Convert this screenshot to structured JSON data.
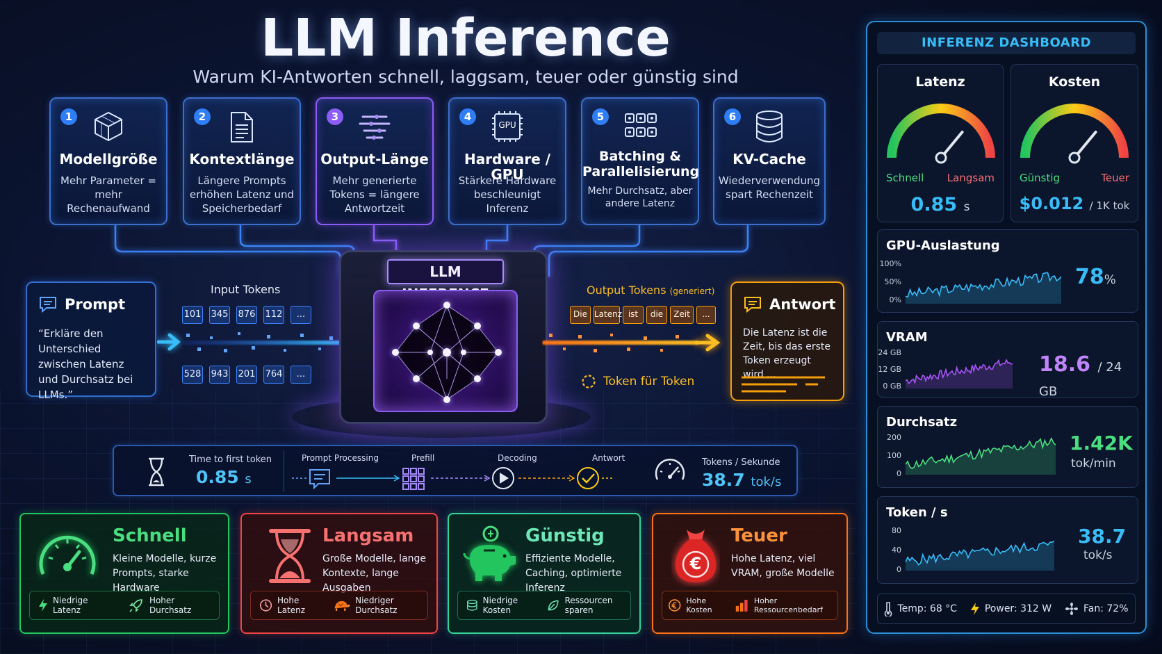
{
  "header": {
    "title": "LLM Inference",
    "subtitle": "Warum KI-Antworten schnell, laggsam, teuer oder günstig sind"
  },
  "factors": [
    {
      "num": "1",
      "title": "Modellgröße",
      "desc": "Mehr Parameter = mehr Rechenaufwand"
    },
    {
      "num": "2",
      "title": "Kontextlänge",
      "desc": "Längere Prompts erhöhen Latenz und Speicherbedarf"
    },
    {
      "num": "3",
      "title": "Output-Länge",
      "desc": "Mehr generierte Tokens = längere Antwortzeit"
    },
    {
      "num": "4",
      "title": "Hardware / GPU",
      "desc": "Stärkere Hardware beschleunigt Inferenz",
      "chip_label": "GPU"
    },
    {
      "num": "5",
      "title": "Batching & Parallelisierung",
      "desc": "Mehr Durchsatz, aber andere Latenz"
    },
    {
      "num": "6",
      "title": "KV-Cache",
      "desc": "Wiederverwendung spart Rechenzeit"
    }
  ],
  "prompt": {
    "title": "Prompt",
    "text": "“Erkläre den Unterschied zwischen Latenz und Durchsatz bei LLMs.”"
  },
  "input_tokens": {
    "label": "Input Tokens",
    "row1": [
      "101",
      "345",
      "876",
      "112",
      "..."
    ],
    "row2": [
      "528",
      "943",
      "201",
      "764",
      "..."
    ]
  },
  "core": {
    "label": "LLM INFERENCE"
  },
  "output_tokens": {
    "label": "Output Tokens",
    "label_note": "(generiert)",
    "tokens": [
      "Die",
      "Latenz",
      "ist",
      "die",
      "Zeit",
      "..."
    ],
    "stream_label": "Token für Token"
  },
  "answer": {
    "title": "Antwort",
    "text": "Die Latenz ist die Zeit, bis das erste Token erzeugt wird ..."
  },
  "timeline": {
    "ttft_label": "Time to first token",
    "ttft_value": "0.85",
    "ttft_unit": "s",
    "steps": [
      "Prompt Processing",
      "Prefill",
      "Decoding",
      "Antwort"
    ],
    "tps_label": "Tokens / Sekunde",
    "tps_value": "38.7",
    "tps_unit": "tok/s"
  },
  "categories": [
    {
      "title": "Schnell",
      "desc": "Kleine Modelle, kurze Prompts, starke Hardware",
      "tags": [
        "Niedrige Latenz",
        "Hoher Durchsatz"
      ]
    },
    {
      "title": "Langsam",
      "desc": "Große Modelle, lange Kontexte, lange Ausgaben",
      "tags": [
        "Hohe Latenz",
        "Niedriger Durchsatz"
      ]
    },
    {
      "title": "Günstig",
      "desc": "Effiziente Modelle, Caching, optimierte Inferenz",
      "tags": [
        "Niedrige Kosten",
        "Ressourcen sparen"
      ]
    },
    {
      "title": "Teuer",
      "desc": "Hohe Latenz, viel VRAM, große Modelle",
      "tags": [
        "Hohe Kosten",
        "Hoher Ressourcenbedarf"
      ],
      "currency": "€"
    }
  ],
  "dashboard": {
    "title": "INFERENZ DASHBOARD",
    "latency": {
      "title": "Latenz",
      "left": "Schnell",
      "right": "Langsam",
      "value": "0.85",
      "unit": "s",
      "needle": 0.72
    },
    "cost": {
      "title": "Kosten",
      "left": "Günstig",
      "right": "Teuer",
      "value": "$0.012",
      "unit": "/ 1K tok",
      "needle": 0.72
    },
    "gpu": {
      "title": "GPU-Auslastung",
      "axis": [
        "100%",
        "50%",
        "0%"
      ],
      "value": "78",
      "unit": "%"
    },
    "vram": {
      "title": "VRAM",
      "axis": [
        "24 GB",
        "12 GB",
        "0 GB"
      ],
      "value": "18.6",
      "unit": "/ 24 GB"
    },
    "throughput": {
      "title": "Durchsatz",
      "axis": [
        "200",
        "100",
        "0"
      ],
      "value": "1.42K",
      "unit": "tok/min"
    },
    "tokens": {
      "title": "Token / s",
      "axis": [
        "80",
        "40",
        "0"
      ],
      "value": "38.7",
      "unit": "tok/s"
    },
    "footer": {
      "temp": "Temp: 68 °C",
      "power": "Power: 312 W",
      "fan": "Fan: 72%"
    }
  },
  "colors": {
    "accent": "#38bdf8",
    "purple": "#8b5cf6",
    "orange": "#f59e0b",
    "green": "#22c55e",
    "red": "#ef4444"
  }
}
